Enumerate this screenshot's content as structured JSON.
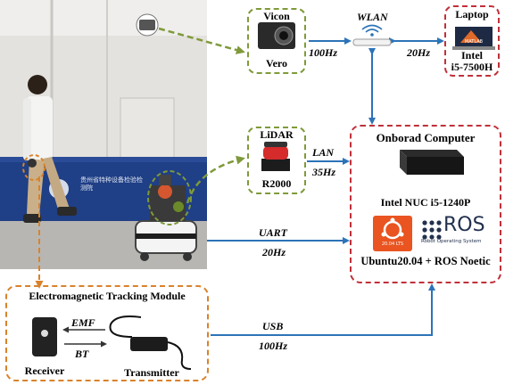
{
  "vicon": {
    "line1": "Vicon",
    "line2": "Vero"
  },
  "lidar": {
    "line1": "LiDAR",
    "line2": "R2000"
  },
  "laptop": {
    "title": "Laptop",
    "cpu_line1": "Intel",
    "cpu_line2": "i5-7500H",
    "logo_text": "MATLAB"
  },
  "onboard": {
    "title": "Onborad Computer",
    "cpu": "Intel NUC i5-1240P",
    "os": "Ubuntu20.04 + ROS Noetic",
    "ubuntu_badge": "20.04 LTS",
    "ros_text": "ROS",
    "ros_sub": "Robot Operating System"
  },
  "links": {
    "vicon_rate": "100Hz",
    "wlan": "WLAN",
    "wlan_rate": "20Hz",
    "lan": "LAN",
    "lan_rate": "35Hz",
    "uart": "UART",
    "uart_rate": "20Hz",
    "usb": "USB",
    "usb_rate": "100Hz"
  },
  "emt": {
    "title": "Electromagnetic Tracking Module",
    "emf": "EMF",
    "bt": "BT",
    "receiver": "Receiver",
    "transmitter": "Transmitter"
  },
  "photo": {
    "banner_text": "贵州省特种设备检验检测院"
  },
  "colors": {
    "green": "#7f9a3a",
    "red": "#c0303a",
    "orange": "#d9822b",
    "blue": "#2c73b8"
  }
}
